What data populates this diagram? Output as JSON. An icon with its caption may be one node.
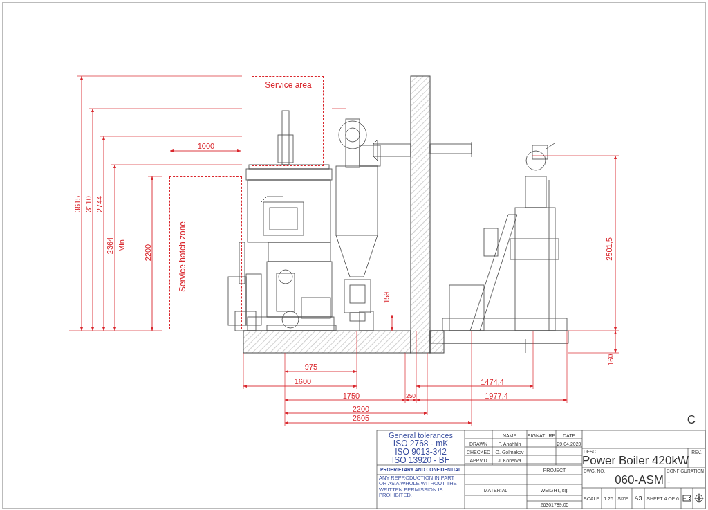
{
  "diagram": {
    "nodes": [
      {
        "text": [
          "Service area"
        ]
      },
      {
        "text": [
          "Service hatch zone"
        ]
      }
    ],
    "labels": [
      "3615",
      "3110",
      "2744",
      "2364",
      "Min",
      "2200",
      "1000",
      "159",
      "2501,5",
      "160",
      "975",
      "1600",
      "1750",
      "250",
      "1474,4",
      "1977,4",
      "2200",
      "2605",
      "C",
      "General tolerances",
      "ISO 2768 - mK",
      "ISO 9013-342",
      "ISO 13920 - BF",
      "NAME",
      "SIGNATURE",
      "DATE",
      "DRAWN",
      "P. Anahhin",
      "29.04.2020",
      "CHECKED",
      "O. Golmakov",
      "APPV'D",
      "J. Konerva",
      "PROPRIETARY AND CONFIDENTIAL",
      "ANY REPRODUCTION IN PART OR AS A WHOLE WITHOUT THE WRITTEN PERMISSION IS PROHIBITED.",
      "PROJECT",
      "MATERIAL",
      "WEIGHT, kg:",
      "26301789.05",
      "DESC.",
      "Power Boiler 420kW",
      "REV.",
      "DWG. NO.",
      "060-ASM",
      "CONFIGURATION",
      "-",
      "SCALE:",
      "1:25",
      "SIZE:",
      "A3",
      "SHEET 4 OF 6"
    ]
  }
}
